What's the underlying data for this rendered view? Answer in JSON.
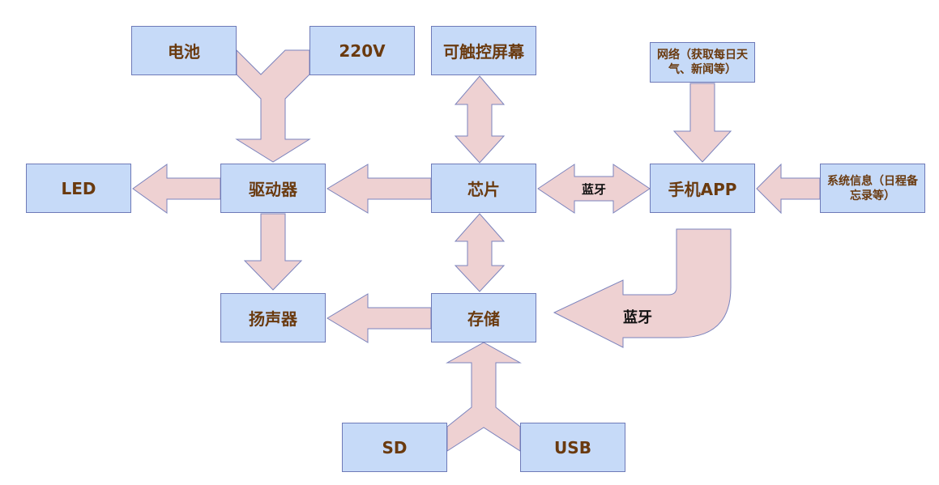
{
  "boxes": {
    "battery": "电池",
    "v220": "220V",
    "touchscreen": "可触控屏幕",
    "network": "网络（获取每日天气、新闻等）",
    "led": "LED",
    "driver": "驱动器",
    "chip": "芯片",
    "phone_app": "手机APP",
    "system_info": "系统信息（日程备忘录等）",
    "speaker": "扬声器",
    "storage": "存储",
    "sd": "SD",
    "usb": "USB"
  },
  "labels": {
    "bluetooth_link": "蓝牙",
    "bluetooth_curve": "蓝牙"
  },
  "colors": {
    "box_fill": "#c6daf8",
    "box_border": "#6e7ab8",
    "box_text": "#6a3a0f",
    "arrow_fill": "#eed1d2",
    "arrow_border": "#7b83bd"
  }
}
